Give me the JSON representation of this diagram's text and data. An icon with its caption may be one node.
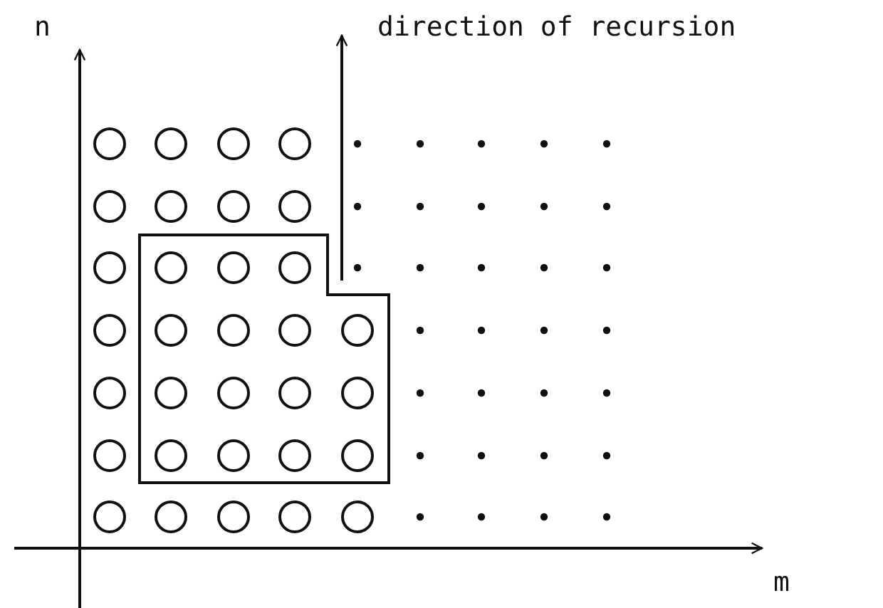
{
  "diagram": {
    "labels": [
      "n",
      "direction of recursion",
      "m"
    ]
  }
}
